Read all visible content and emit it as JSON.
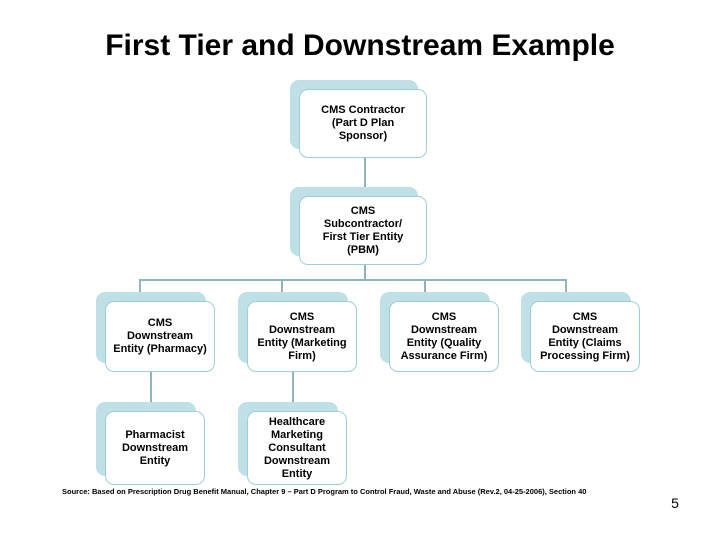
{
  "slide": {
    "title": "First Tier and Downstream Example",
    "page_number": "5",
    "source": "Source:  Based on Prescription Drug Benefit Manual, Chapter 9 – Part D Program to Control Fraud, Waste and Abuse (Rev.2, 04-25-2006), Section 40",
    "colors": {
      "shadow": "#bfe0e7",
      "card_border": "#9ccfd9",
      "card_fill": "#ffffff",
      "connector": "#8fb5bb",
      "text": "#000000",
      "background": "#ffffff"
    }
  },
  "chart_data": {
    "type": "diagram",
    "title": "First Tier and Downstream Example",
    "orientation": "top-down organizational hierarchy",
    "levels": [
      {
        "level": 1,
        "nodes": [
          {
            "id": "cms-contractor",
            "lines": [
              "CMS Contractor",
              "(Part D Plan",
              "Sponsor)"
            ]
          }
        ]
      },
      {
        "level": 2,
        "nodes": [
          {
            "id": "cms-subcontractor",
            "lines": [
              "CMS",
              "Subcontractor/",
              "First Tier Entity",
              "(PBM)"
            ]
          }
        ]
      },
      {
        "level": 3,
        "nodes": [
          {
            "id": "downstream-pharmacy",
            "lines": [
              "CMS",
              "Downstream",
              "Entity (Pharmacy)"
            ]
          },
          {
            "id": "downstream-marketing",
            "lines": [
              "CMS",
              "Downstream",
              "Entity (Marketing",
              "Firm)"
            ]
          },
          {
            "id": "downstream-quality",
            "lines": [
              "CMS",
              "Downstream",
              "Entity (Quality",
              "Assurance Firm)"
            ]
          },
          {
            "id": "downstream-claims",
            "lines": [
              "CMS",
              "Downstream",
              "Entity (Claims",
              "Processing Firm)"
            ]
          }
        ]
      },
      {
        "level": 4,
        "nodes": [
          {
            "id": "pharmacist-downstream",
            "lines": [
              "Pharmacist",
              "Downstream",
              "Entity"
            ]
          },
          {
            "id": "healthcare-marketing-consultant",
            "lines": [
              "Healthcare",
              "Marketing",
              "Consultant",
              "Downstream",
              "Entity"
            ]
          }
        ]
      }
    ],
    "edges": [
      {
        "from": "cms-contractor",
        "to": "cms-subcontractor"
      },
      {
        "from": "cms-subcontractor",
        "to": "downstream-pharmacy"
      },
      {
        "from": "cms-subcontractor",
        "to": "downstream-marketing"
      },
      {
        "from": "cms-subcontractor",
        "to": "downstream-quality"
      },
      {
        "from": "cms-subcontractor",
        "to": "downstream-claims"
      },
      {
        "from": "downstream-pharmacy",
        "to": "pharmacist-downstream"
      },
      {
        "from": "downstream-marketing",
        "to": "healthcare-marketing-consultant"
      }
    ]
  }
}
